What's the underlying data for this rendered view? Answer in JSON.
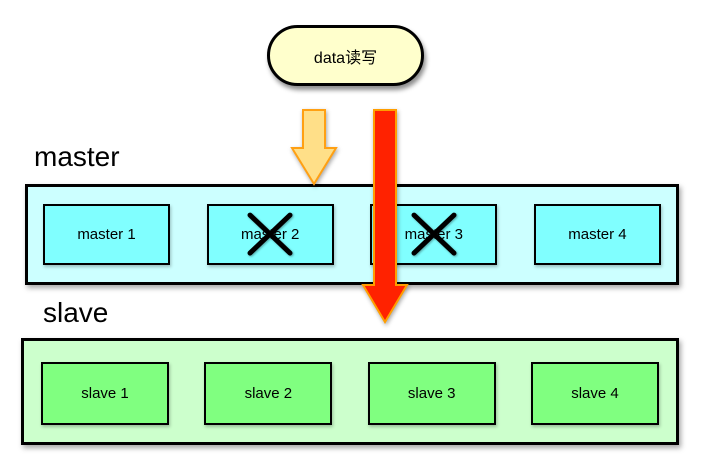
{
  "colors": {
    "background": "#FFFFFF",
    "outline": "#000000",
    "pill_fill": "#FFFFCC",
    "write_arrow_fill": "#FFDF88",
    "write_arrow_stroke": "#FFA013",
    "read_arrow_fill": "#FF2200",
    "read_arrow_stroke": "#FF9E00",
    "master_container_fill": "#CCFFFF",
    "master_node_fill": "#80FFFF",
    "slave_container_fill": "#CCFFCC",
    "slave_node_fill": "#80FF80",
    "cross_color": "#000000"
  },
  "diagram": {
    "source": {
      "label": "data读写"
    },
    "arrows": [
      {
        "name": "write-arrow",
        "reaches": "master"
      },
      {
        "name": "read-arrow",
        "reaches": "slave"
      }
    ],
    "master": {
      "title": "master",
      "nodes": [
        {
          "label": "master 1",
          "crossed_out": false
        },
        {
          "label": "master 2",
          "crossed_out": true
        },
        {
          "label": "master 3",
          "crossed_out": true
        },
        {
          "label": "master 4",
          "crossed_out": false
        }
      ]
    },
    "slave": {
      "title": "slave",
      "nodes": [
        {
          "label": "slave 1",
          "crossed_out": false
        },
        {
          "label": "slave 2",
          "crossed_out": false
        },
        {
          "label": "slave 3",
          "crossed_out": false
        },
        {
          "label": "slave 4",
          "crossed_out": false
        }
      ]
    }
  }
}
